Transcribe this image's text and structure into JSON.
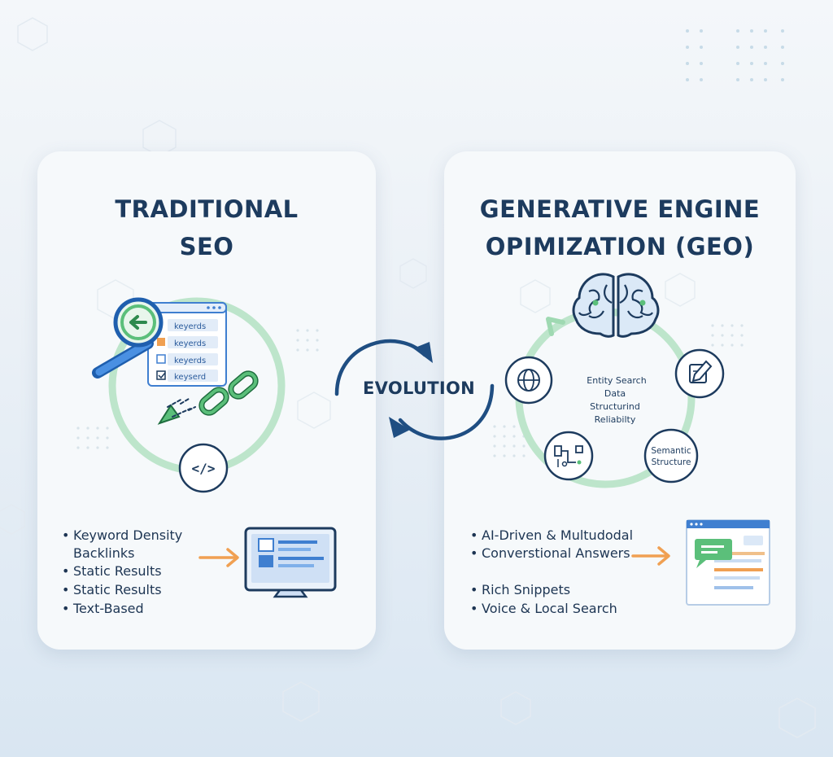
{
  "left_card": {
    "title_line1": "TRADITIONAL",
    "title_line2": "SEO",
    "keyword_rows": [
      "keyerds",
      "keyerds",
      "keyerds",
      "keyserd"
    ],
    "code_symbol": "</>",
    "bullets": [
      "Keyword Density",
      "Backlinks",
      "Static Results",
      "Static Results",
      "Text-Based"
    ]
  },
  "center": {
    "label": "EVOLUTION"
  },
  "right_card": {
    "title_line1": "GENERATIVE ENGINE",
    "title_line2": "OPIMIZATION (GEO)",
    "center_lines": [
      "Entity Search",
      "Data",
      "Structurind",
      "Reliabilty"
    ],
    "semantic_line1": "Semantic",
    "semantic_line2": "Structure",
    "bullets": [
      "AI-Driven & Multudodal",
      "Converstional Answers",
      "Rich Snippets",
      "Voice & Local Search"
    ]
  },
  "colors": {
    "navy": "#1d3b5e",
    "green": "#5bbf7a",
    "blue": "#3f86d8",
    "orange": "#f0a052",
    "ring_green": "#b6e3c6"
  },
  "icons": [
    "magnifier-icon",
    "link-chain-icon",
    "code-icon",
    "monitor-icon",
    "brain-icon",
    "globe-icon",
    "edit-icon",
    "flow-icon",
    "chat-window-icon",
    "cycle-arrows-icon"
  ]
}
